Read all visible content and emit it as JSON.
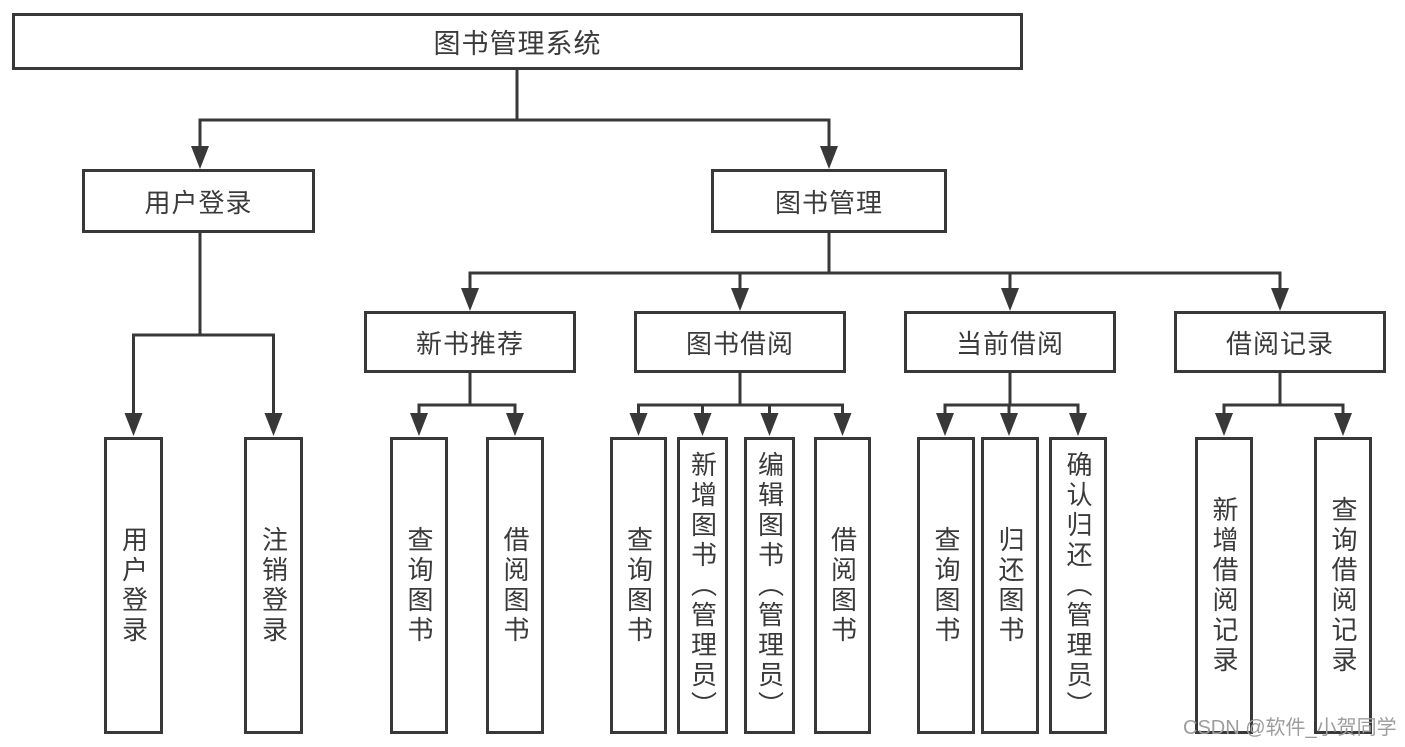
{
  "diagram": {
    "root": {
      "label": "图书管理系统"
    },
    "level2": [
      {
        "label": "用户登录"
      },
      {
        "label": "图书管理"
      }
    ],
    "level3": [
      {
        "label": "新书推荐"
      },
      {
        "label": "图书借阅"
      },
      {
        "label": "当前借阅"
      },
      {
        "label": "借阅记录"
      }
    ],
    "user_login_leaves": [
      {
        "label": "用户登录"
      },
      {
        "label": "注销登录"
      }
    ],
    "new_book_leaves": [
      {
        "label": "查询图书"
      },
      {
        "label": "借阅图书"
      }
    ],
    "book_borrow_leaves": [
      {
        "label": "查询图书"
      },
      {
        "label": "新增图书（管理员）"
      },
      {
        "label": "编辑图书（管理员）"
      },
      {
        "label": "借阅图书"
      }
    ],
    "current_borrow_leaves": [
      {
        "label": "查询图书"
      },
      {
        "label": "归还图书"
      },
      {
        "label": "确认归还（管理员）"
      }
    ],
    "record_leaves": [
      {
        "label": "新增借阅记录"
      },
      {
        "label": "查询借阅记录"
      }
    ]
  },
  "watermark": "CSDN @软件_小贺同学",
  "colors": {
    "line": "#383838",
    "box_border": "#383838",
    "text": "#3a3a3a",
    "watermark_text": "#9d9d9d",
    "background": "#ffffff"
  }
}
